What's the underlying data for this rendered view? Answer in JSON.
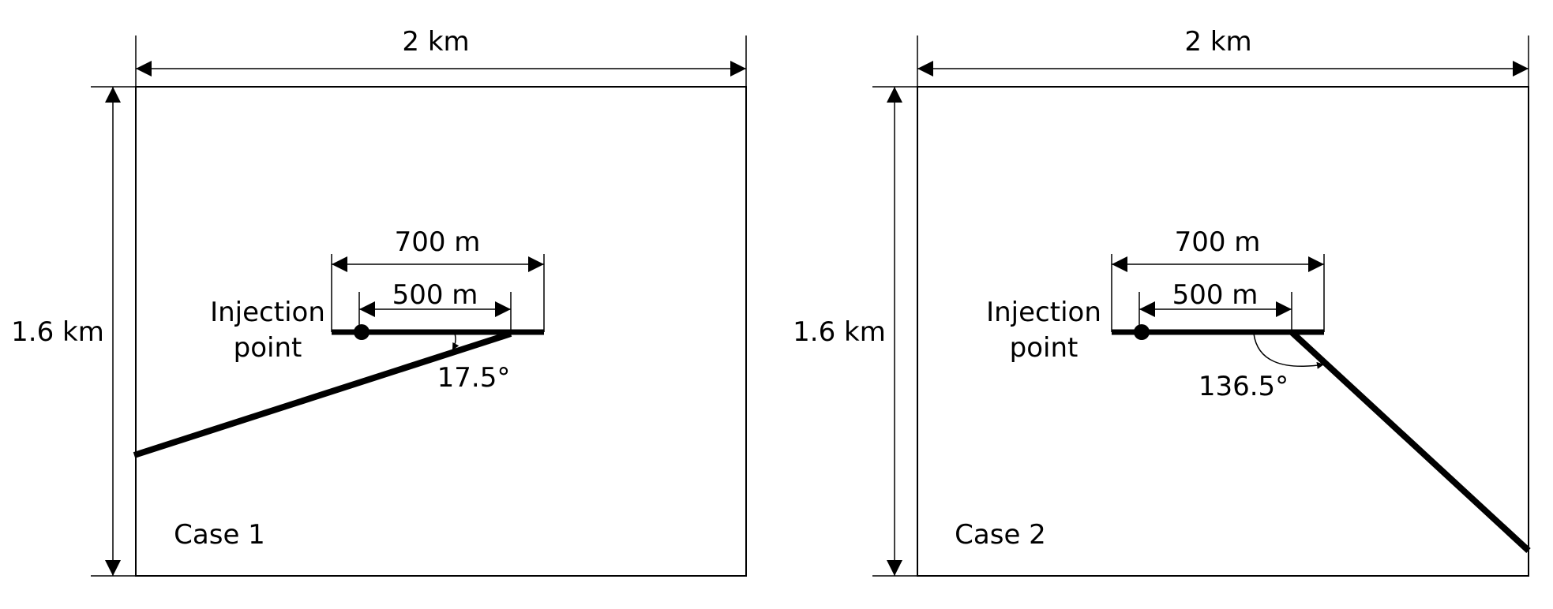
{
  "panels": [
    {
      "case_label": "Case 1",
      "width_label": "2 km",
      "height_label": "1.6 km",
      "well_length_label": "700 m",
      "fracture_offset_label": "500 m",
      "injection_label_line1": "Injection",
      "injection_label_line2": "point",
      "angle_label": "17.5°"
    },
    {
      "case_label": "Case 2",
      "width_label": "2 km",
      "height_label": "1.6 km",
      "well_length_label": "700 m",
      "fracture_offset_label": "500 m",
      "injection_label_line1": "Injection",
      "injection_label_line2": "point",
      "angle_label": "136.5°"
    }
  ]
}
